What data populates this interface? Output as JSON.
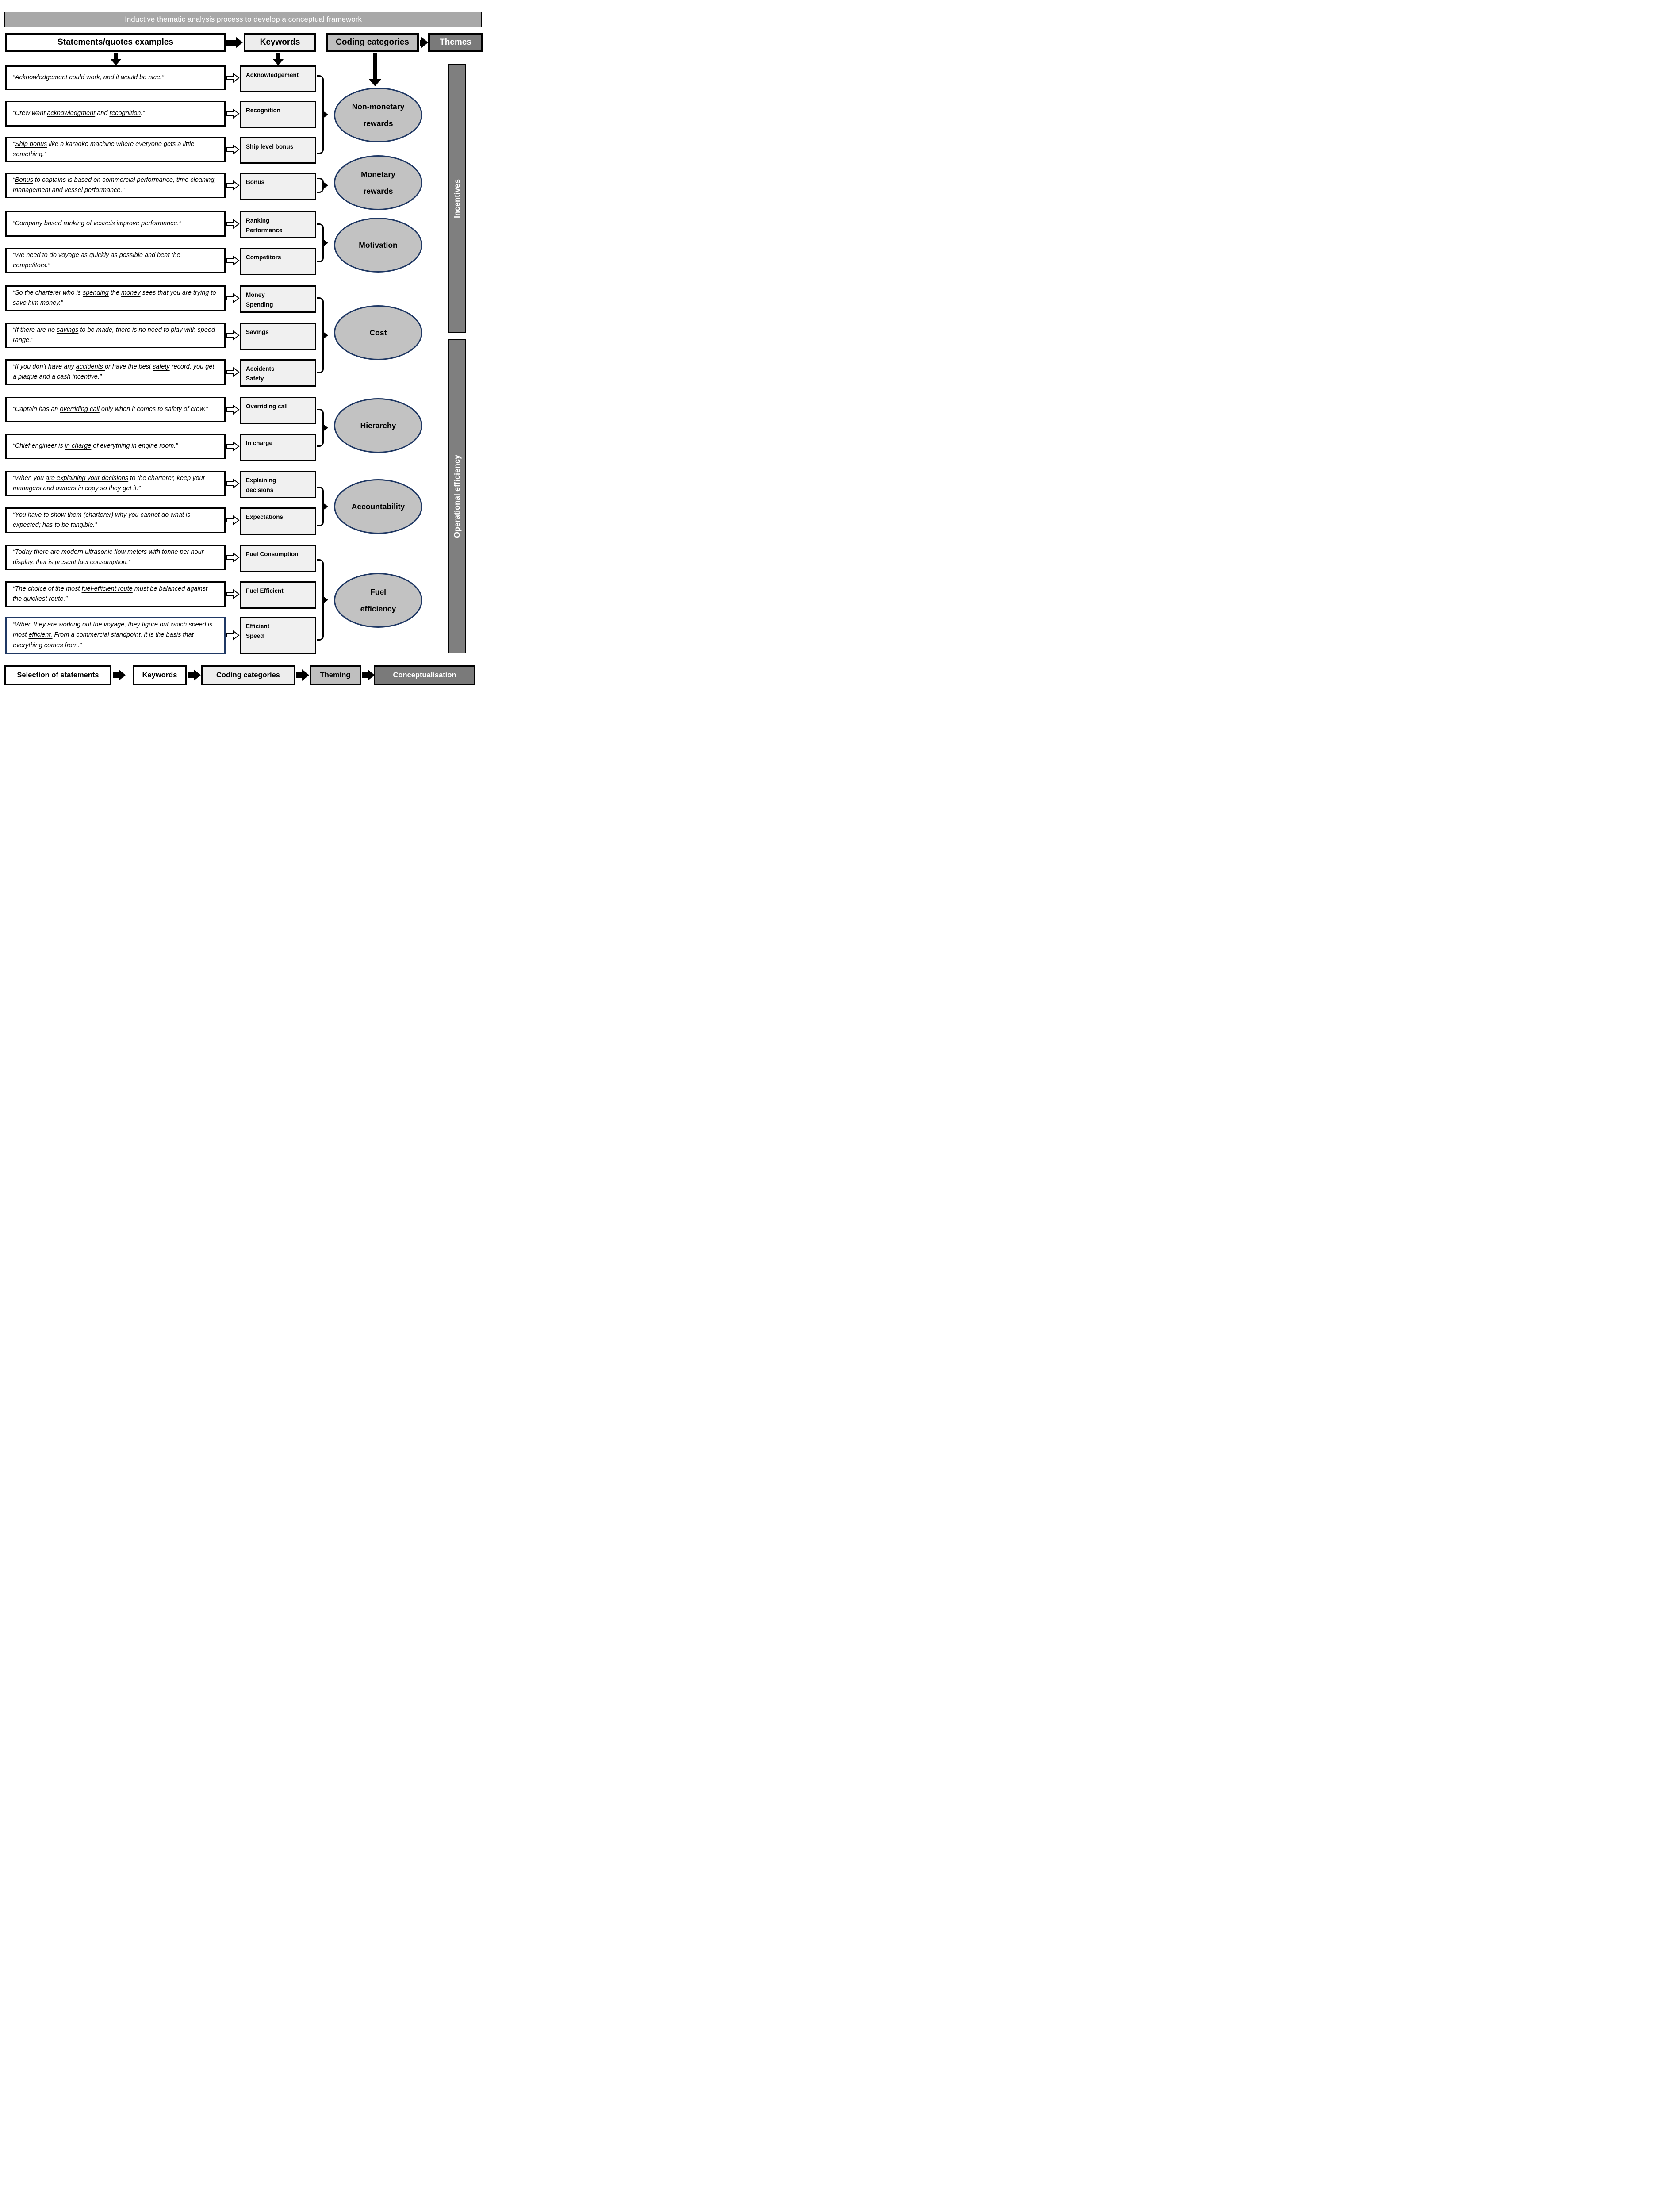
{
  "banner": {
    "title": "Inductive thematic analysis process to develop a conceptual framework"
  },
  "headers": {
    "statements": "Statements/quotes examples",
    "keywords": "Keywords",
    "coding": "Coding categories",
    "themes": "Themes"
  },
  "rows": [
    {
      "quote": [
        {
          "t": "“"
        },
        {
          "t": "Acknowledgement ",
          "u": true
        },
        {
          "t": "could work, and it would be nice.”"
        }
      ],
      "keyword": "Acknowledgement"
    },
    {
      "quote": [
        {
          "t": "“Crew want "
        },
        {
          "t": "acknowledgment",
          "u": true
        },
        {
          "t": " and "
        },
        {
          "t": "recognition",
          "u": true
        },
        {
          "t": ".”"
        }
      ],
      "keyword": "Recognition"
    },
    {
      "quote": [
        {
          "t": "“"
        },
        {
          "t": "Ship bonus",
          "u": true
        },
        {
          "t": " like a karaoke machine where everyone gets a little something.”"
        }
      ],
      "keyword": "Ship level bonus"
    },
    {
      "quote": [
        {
          "t": "“"
        },
        {
          "t": "Bonus",
          "u": true
        },
        {
          "t": " to captains is based on commercial performance, time cleaning, management and vessel performance.”"
        }
      ],
      "keyword": "Bonus"
    },
    {
      "quote": [
        {
          "t": "“Company based "
        },
        {
          "t": "ranking",
          "u": true
        },
        {
          "t": " of vessels improve "
        },
        {
          "t": "performance",
          "u": true
        },
        {
          "t": ".”"
        }
      ],
      "keyword": "Ranking\nPerformance"
    },
    {
      "quote": [
        {
          "t": "“We need to do voyage as quickly as possible and beat the "
        },
        {
          "t": "competitors",
          "u": true
        },
        {
          "t": ".”"
        }
      ],
      "keyword": "Competitors"
    },
    {
      "quote": [
        {
          "t": "“So the charterer who is "
        },
        {
          "t": "spending",
          "u": true
        },
        {
          "t": " the "
        },
        {
          "t": "money",
          "u": true
        },
        {
          "t": " sees that you are trying to save him money.”"
        }
      ],
      "keyword": "Money\nSpending"
    },
    {
      "quote": [
        {
          "t": "“If there are no "
        },
        {
          "t": "savings",
          "u": true
        },
        {
          "t": " to be made, there is no need to play with speed range.”"
        }
      ],
      "keyword": "Savings"
    },
    {
      "quote": [
        {
          "t": "“If you don’t have any "
        },
        {
          "t": "accidents ",
          "u": true
        },
        {
          "t": "or have the best "
        },
        {
          "t": "safety",
          "u": true
        },
        {
          "t": " record, you get a plaque and a cash incentive.”"
        }
      ],
      "keyword": "Accidents\nSafety"
    },
    {
      "quote": [
        {
          "t": "“Captain has an "
        },
        {
          "t": "overriding call",
          "u": true
        },
        {
          "t": " only when it comes to safety of crew.”"
        }
      ],
      "keyword": "Overriding call"
    },
    {
      "quote": [
        {
          "t": "“Chief engineer is "
        },
        {
          "t": "in charge",
          "u": true
        },
        {
          "t": " of everything in engine room.”"
        }
      ],
      "keyword": "In charge"
    },
    {
      "quote": [
        {
          "t": "“When you "
        },
        {
          "t": "are explaining your decisions",
          "u": true
        },
        {
          "t": " to the charterer, keep your managers and owners in copy so they get it.”"
        }
      ],
      "keyword": "Explaining\ndecisions"
    },
    {
      "quote": [
        {
          "t": "“You have to show them (charterer) why you cannot do what is expected; has to be tangible.”"
        }
      ],
      "keyword": "Expectations"
    },
    {
      "quote": [
        {
          "t": "“Today there are modern ultrasonic flow meters with tonne per hour display, that is present fuel consumption.”"
        }
      ],
      "keyword": "Fuel Consumption"
    },
    {
      "quote": [
        {
          "t": "“The choice of the most "
        },
        {
          "t": "fuel-efficient route",
          "u": true
        },
        {
          "t": " must be balanced against the quickest route.”"
        }
      ],
      "keyword": "Fuel Efficient"
    },
    {
      "quote": [
        {
          "t": "“When they are working out the voyage, they figure out which speed is most "
        },
        {
          "t": "efficient.",
          "u": true
        },
        {
          "t": " From a commercial standpoint, it is the basis that everything comes from.”"
        }
      ],
      "keyword": "Efficient\nSpeed"
    }
  ],
  "categories": [
    "Non-monetary\nrewards",
    "Monetary\nrewards",
    "Motivation",
    "Cost",
    "Hierarchy",
    "Accountability",
    "Fuel\nefficiency"
  ],
  "sidebars": [
    {
      "label": "Incentives"
    },
    {
      "label": "Operational efficiency"
    }
  ],
  "footer": {
    "steps": [
      "Selection of statements",
      "Keywords",
      "Coding categories",
      "Theming",
      "Conceptualisation"
    ]
  },
  "colors": {
    "banner_gray": "#a8a8a8",
    "coding_gray": "#bfbfbf",
    "theme_dark_gray": "#7a7a7a",
    "keyword_light_gray": "#f0f0f0",
    "ellipse_fill": "#c2c2c2",
    "navy_accent": "#1f3864"
  }
}
